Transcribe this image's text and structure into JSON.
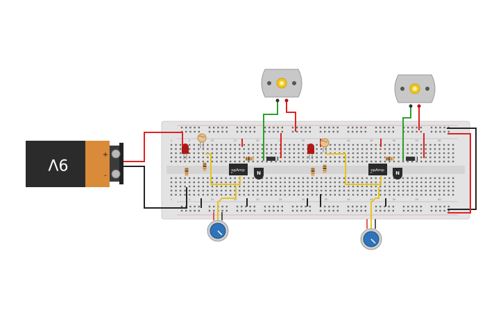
{
  "battery": {
    "label": "9V",
    "plus": "+",
    "minus": "-"
  },
  "opamps": [
    {
      "label": "opAmp"
    },
    {
      "label": "opAmp"
    }
  ],
  "transistors": [
    {
      "label": "N"
    },
    {
      "label": "N"
    }
  ],
  "breadboard": {
    "column_labels": [
      "1",
      "5",
      "10",
      "15",
      "20",
      "25",
      "30",
      "35",
      "40",
      "45",
      "50",
      "55",
      "60"
    ]
  },
  "colors": {
    "breadboard": "#e6e6e6",
    "wire_red": "#e02020",
    "wire_black": "#222222",
    "wire_green": "#2aa02a",
    "wire_yellow": "#e8c21a",
    "battery_body": "#2b2b2b",
    "battery_label": "#d98b3a",
    "potentiometer": "#2f74b8",
    "motor_shaft": "#f2c81e"
  },
  "icons": [
    "battery-icon",
    "motor-icon",
    "potentiometer-icon",
    "led-icon",
    "photoresistor-icon",
    "resistor-icon",
    "diode-icon",
    "opamp-chip-icon",
    "transistor-icon"
  ]
}
